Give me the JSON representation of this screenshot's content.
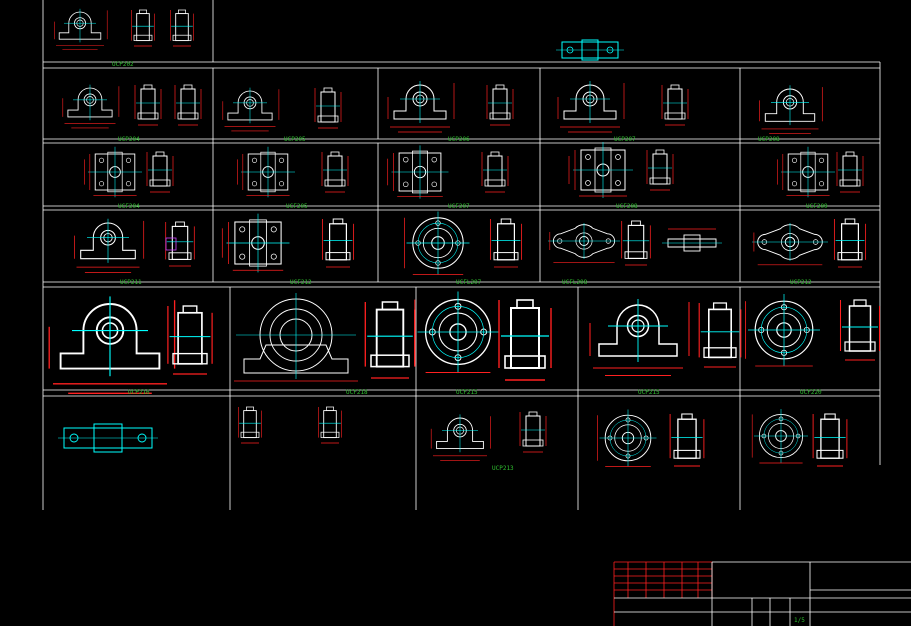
{
  "drawing": {
    "part_labels": [
      {
        "id": "ucp202",
        "text": "UCP202"
      },
      {
        "id": "ucp204",
        "text": "UCP204"
      },
      {
        "id": "ucp205",
        "text": "UCP205"
      },
      {
        "id": "ucp206",
        "text": "UCP206"
      },
      {
        "id": "ucp207",
        "text": "UCP207"
      },
      {
        "id": "ucp208",
        "text": "UCP208"
      },
      {
        "id": "ucf204",
        "text": "UCF204"
      },
      {
        "id": "ucf205",
        "text": "UCF205"
      },
      {
        "id": "ucf207",
        "text": "UCF207"
      },
      {
        "id": "ucf208",
        "text": "UCF208"
      },
      {
        "id": "ucf209",
        "text": "UCF209"
      },
      {
        "id": "ucp211",
        "text": "UCP211"
      },
      {
        "id": "ucfl207",
        "text": "UCFL207"
      },
      {
        "id": "ucfl208",
        "text": "UCFL208"
      },
      {
        "id": "ucp212",
        "text": "UCP212"
      },
      {
        "id": "ucp216",
        "text": "UCP216"
      },
      {
        "id": "ucf212",
        "text": "UCF212"
      },
      {
        "id": "ucp215",
        "text": "UCP215"
      },
      {
        "id": "ucf218",
        "text": "UCF218"
      },
      {
        "id": "ucp213",
        "text": "UCP213"
      },
      {
        "id": "ucf215",
        "text": "UCF215"
      },
      {
        "id": "ucf220",
        "text": "UCF220"
      }
    ],
    "title_block": {
      "sheet_number": "1/5"
    }
  }
}
